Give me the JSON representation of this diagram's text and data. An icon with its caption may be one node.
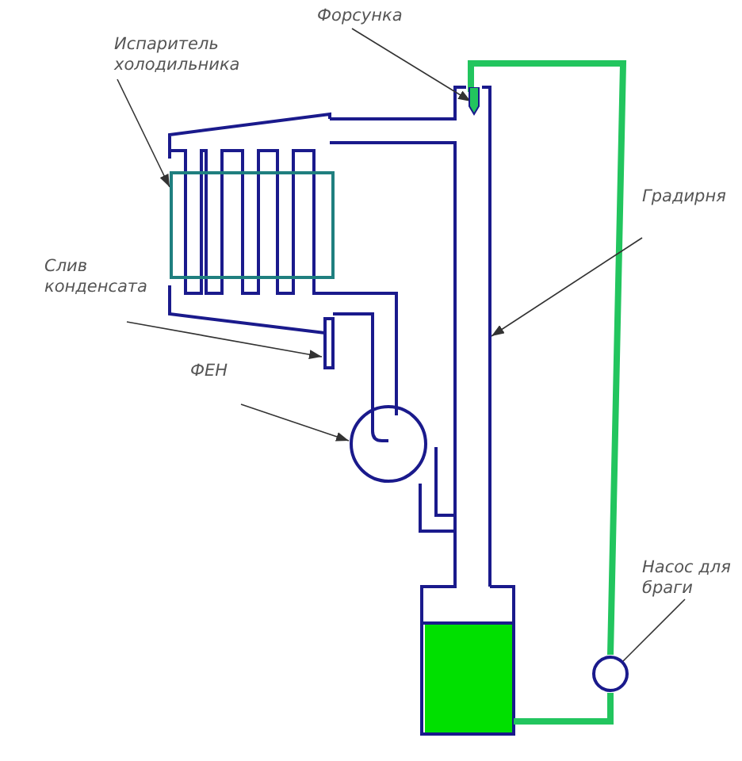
{
  "diagram": {
    "nodes": [
      {
        "text": [
          "Форсунка"
        ]
      },
      {
        "text": [
          "Испаритель холодильника"
        ]
      },
      {
        "text": [
          "Градирня"
        ]
      },
      {
        "text": [
          "Слив конденсата"
        ]
      },
      {
        "text": [
          "ФЕН"
        ]
      },
      {
        "text": [
          "Насос для браги"
        ]
      },
      {
        "text": [],
        "shape": "box"
      },
      {
        "text": [],
        "shape": "box"
      },
      {
        "text": [],
        "shape": "box"
      },
      {
        "text": [],
        "shape": "box"
      },
      {
        "text": [],
        "shape": "circle"
      },
      {
        "text": [],
        "shape": "circle"
      }
    ],
    "edges": [
      {
        "from": 0,
        "to": 6,
        "arrow": "to"
      },
      {
        "from": 1,
        "to": 7,
        "arrow": "to"
      },
      {
        "from": 2,
        "to": 8,
        "arrow": "to"
      },
      {
        "from": 3,
        "to": 9,
        "arrow": "to"
      },
      {
        "from": 4,
        "to": 10,
        "arrow": "to"
      },
      {
        "from": 5,
        "to": 11,
        "arrow": "none"
      }
    ]
  }
}
